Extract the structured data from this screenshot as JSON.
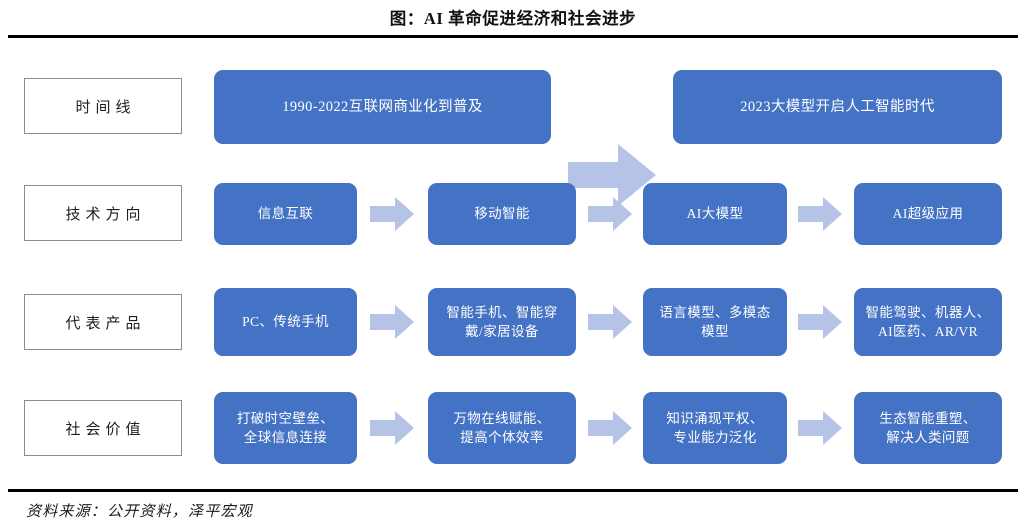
{
  "title": "图：AI 革命促进经济和社会进步",
  "source": "资料来源：公开资料，泽平宏观",
  "colors": {
    "node_blue": "#4472C4",
    "arrow_blue": "#B4C3E6",
    "label_border": "#8B8B8B",
    "rule": "#000000",
    "node_text": "#FFFFFF"
  },
  "rows": [
    {
      "label": "时间线",
      "nodes": [
        {
          "text": "1990-2022互联网商业化到普及"
        },
        {
          "text": "2023大模型开启人工智能时代"
        }
      ],
      "arrows": [
        "big-right-arrow"
      ]
    },
    {
      "label": "技术方向",
      "nodes": [
        {
          "text": "信息互联"
        },
        {
          "text": "移动智能"
        },
        {
          "text": "AI大模型"
        },
        {
          "text": "AI超级应用"
        }
      ],
      "arrows": [
        "right-arrow",
        "right-arrow",
        "right-arrow"
      ]
    },
    {
      "label": "代表产品",
      "nodes": [
        {
          "line1": "PC、传统手机",
          "line2": ""
        },
        {
          "line1": "智能手机、智能穿",
          "line2": "戴/家居设备"
        },
        {
          "line1": "语言模型、多模态",
          "line2": "模型"
        },
        {
          "line1": "智能驾驶、机器人、",
          "line2": "AI医药、AR/VR"
        }
      ],
      "arrows": [
        "right-arrow",
        "right-arrow",
        "right-arrow"
      ]
    },
    {
      "label": "社会价值",
      "nodes": [
        {
          "line1": "打破时空壁垒、",
          "line2": "全球信息连接"
        },
        {
          "line1": "万物在线赋能、",
          "line2": "提高个体效率"
        },
        {
          "line1": "知识涌现平权、",
          "line2": "专业能力泛化"
        },
        {
          "line1": "生态智能重塑、",
          "line2": "解决人类问题"
        }
      ],
      "arrows": [
        "right-arrow",
        "right-arrow",
        "right-arrow"
      ]
    }
  ]
}
